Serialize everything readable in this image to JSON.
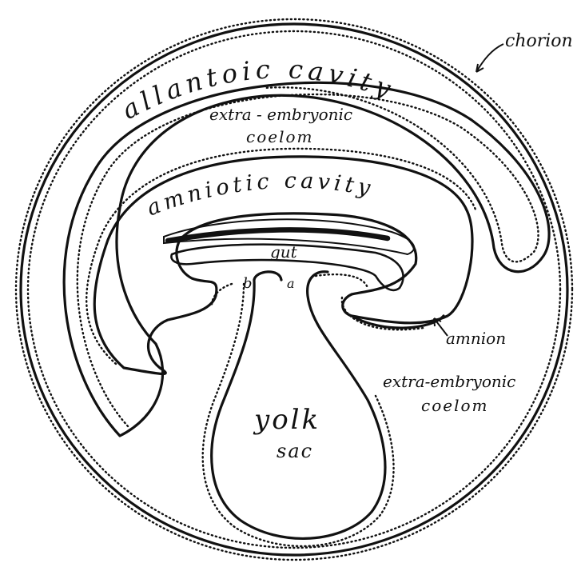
{
  "labels": {
    "chorion": "chorion",
    "allantoic_cavity": "allantoic cavity",
    "extra_embryonic_upper_1": "extra - embryonic",
    "extra_embryonic_upper_2": "coelom",
    "amniotic_cavity": "amniotic cavity",
    "gut": "gut",
    "b": "b",
    "a": "a",
    "amnion": "amnion",
    "extra_embryonic_lower_1": "extra-embryonic",
    "extra_embryonic_lower_2": "coelom",
    "yolk": "yolk",
    "sac": "sac"
  }
}
